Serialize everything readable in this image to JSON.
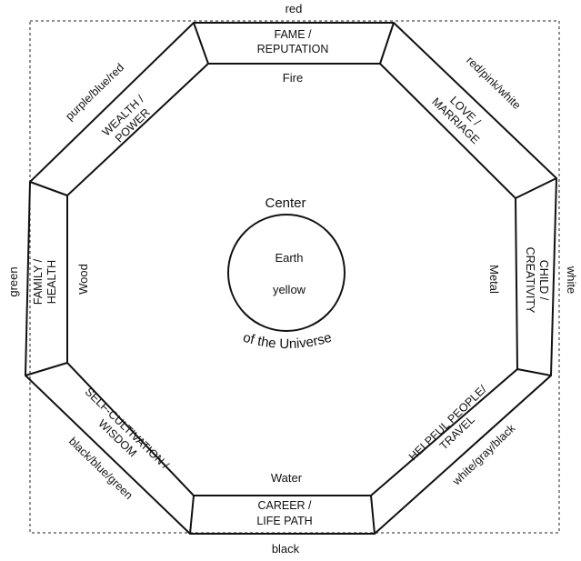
{
  "diagram": {
    "outer_colors": {
      "top": "red",
      "right": "white",
      "bottom": "black",
      "left": "green",
      "top_left": "purple/blue/red",
      "top_right": "red/pink/white",
      "bottom_left": "black/blue/green",
      "bottom_right": "white/gray/black"
    },
    "areas": {
      "top": [
        "FAME /",
        "REPUTATION"
      ],
      "top_right": [
        "LOVE /",
        "MARRIAGE"
      ],
      "right": [
        "CHILD /",
        "CREATIVITY"
      ],
      "bottom_right": [
        "HELPFUL PEOPLE/",
        "TRAVEL"
      ],
      "bottom": [
        "CAREER /",
        "LIFE PATH"
      ],
      "bottom_left": [
        "SELF-CULTIVATION /",
        "WISDOM"
      ],
      "left": [
        "FAMILY /",
        "HEALTH"
      ],
      "top_left": [
        "WEALTH /",
        "POWER"
      ]
    },
    "elements": {
      "top": "Fire",
      "right": "Metal",
      "bottom": "Water",
      "left": "Wood"
    },
    "center": {
      "title_top": "Center",
      "title_bottom": "of the Universe",
      "element": "Earth",
      "color": "yellow"
    }
  }
}
